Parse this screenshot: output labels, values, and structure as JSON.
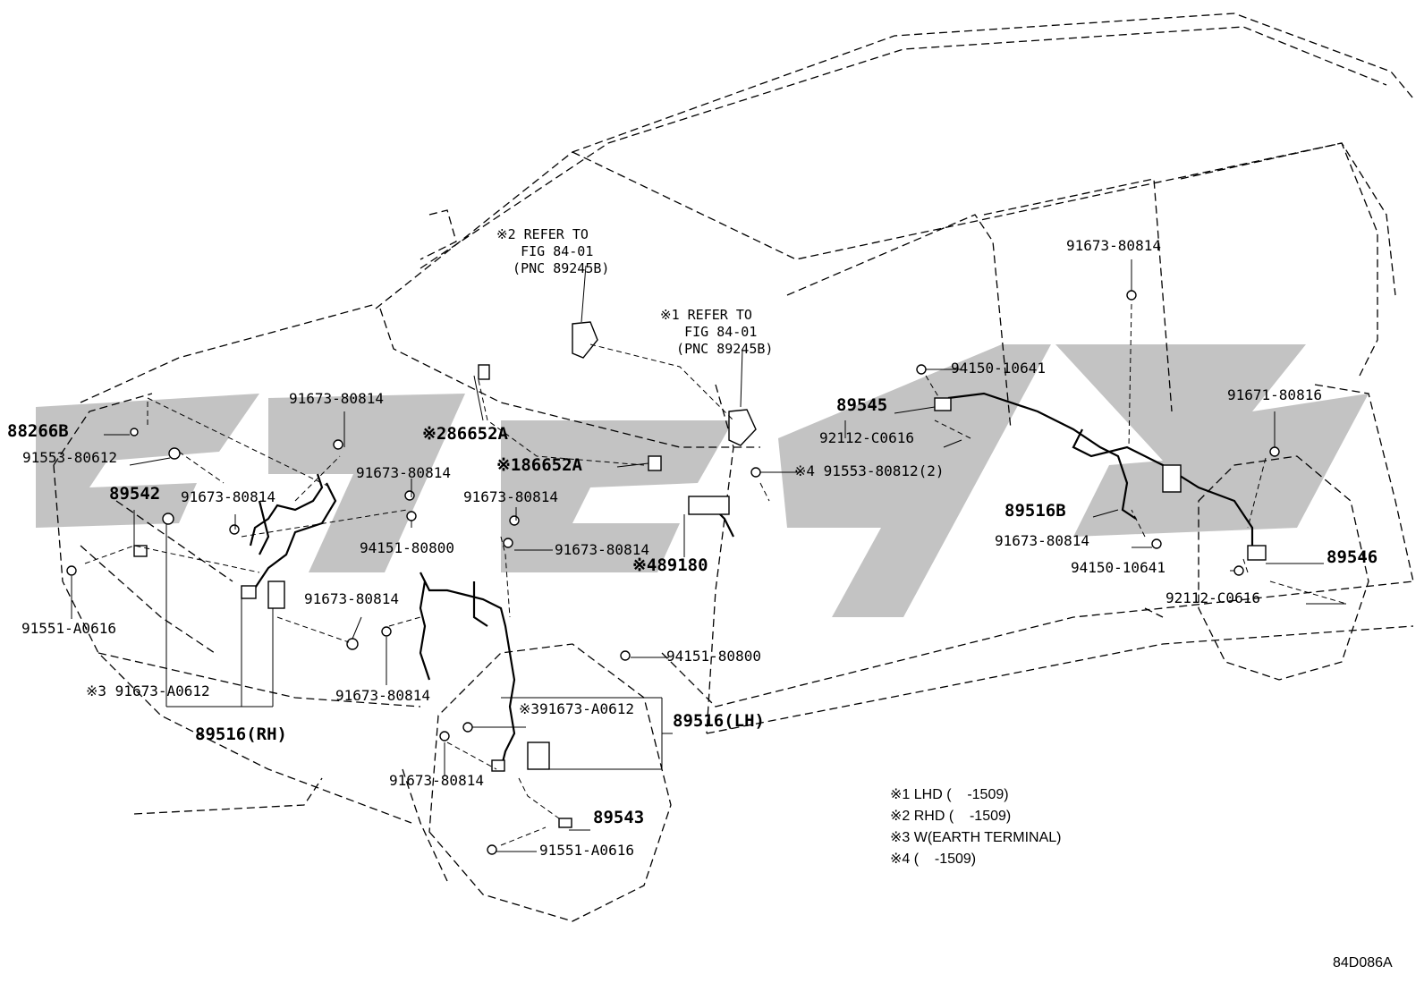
{
  "diagram_code": "84D086A",
  "references": [
    {
      "id": "ref-2",
      "text": "※2 REFER TO\n   FIG 84-01\n  (PNC 89245B)"
    },
    {
      "id": "ref-1",
      "text": "※1 REFER TO\n   FIG 84-01\n  (PNC 89245B)"
    }
  ],
  "labels": {
    "p88266B": "88266B",
    "p91553_80612": "91553-80612",
    "p89542": "89542",
    "p91673_80814_a": "91673-80814",
    "p91673_80814_b": "91673-80814",
    "p91673_80814_c": "91673-80814",
    "p94151_80800_a": "94151-80800",
    "p91551_A0616_a": "91551-A0616",
    "p91673_80814_d": "91673-80814",
    "p91673_A0612_a": "※3 91673-A0612",
    "p89516RH": "89516(RH)",
    "p91673_80814_e": "91673-80814",
    "p86652A_2": "※286652A",
    "p86652A_1": "※186652A",
    "p91673_80814_f": "91673-80814",
    "p91673_80814_g": "91673-80814",
    "p89180": "※489180",
    "p94151_80800_b": "94151-80800",
    "p91673_A0612_b": "※391673-A0612",
    "p89516LH": "89516(LH)",
    "p91673_80814_h": "91673-80814",
    "p89543": "89543",
    "p91551_A0616_b": "91551-A0616",
    "p89545": "89545",
    "p92112_C0616_a": "92112-C0616",
    "p91553_80812": "※4 91553-80812(2)",
    "p94150_10641_a": "94150-10641",
    "p91673_80814_i": "91673-80814",
    "p91671_80816": "91671-80816",
    "p89516B": "89516B",
    "p91673_80814_j": "91673-80814",
    "p94150_10641_b": "94150-10641",
    "p89546": "89546",
    "p92112_C0616_b": "92112-C0616"
  },
  "notes": [
    "※1 LHD (    -1509)",
    "※2 RHD (    -1509)",
    "※3 W(EARTH TERMINAL)",
    "※4 (    -1509)"
  ]
}
